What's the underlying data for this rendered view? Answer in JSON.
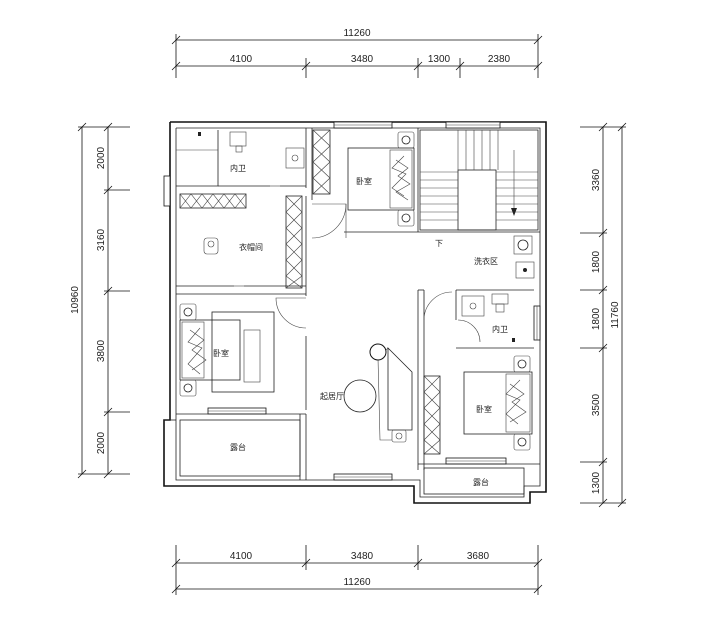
{
  "dimensions": {
    "top_total": "11260",
    "top_segments": [
      "4100",
      "3480",
      "1300",
      "2380"
    ],
    "bottom_segments": [
      "4100",
      "3480",
      "3680"
    ],
    "bottom_total": "11260",
    "left_total": "10960",
    "left_segments": [
      "2000",
      "3160",
      "3800",
      "2000"
    ],
    "right_segments": [
      "3360",
      "1800",
      "1800",
      "3500",
      "1300"
    ],
    "right_total": "11760"
  },
  "rooms": {
    "bath_1": "内卫",
    "closet": "衣帽间",
    "bedroom_top": "卧室",
    "bedroom_left": "卧室",
    "bedroom_right": "卧室",
    "laundry": "洗衣区",
    "stair_down": "下",
    "bath_2": "内卫",
    "living": "起居厅",
    "balcony_left": "露台",
    "balcony_right": "露台"
  }
}
